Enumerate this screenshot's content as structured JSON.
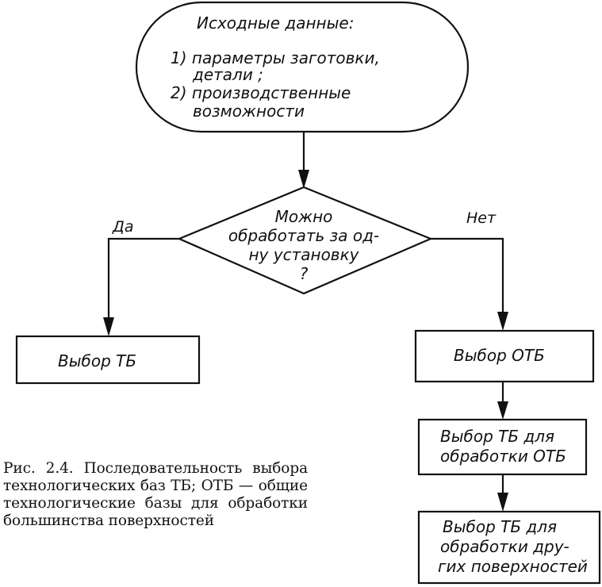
{
  "start": {
    "title": "Исходные данные:",
    "lines": [
      "1) параметры   заготовки,",
      "детали ;",
      "2) производственные",
      "возможности"
    ]
  },
  "decision": {
    "lines": [
      "Можно",
      "обработать за од-",
      "ну установку",
      "?"
    ],
    "yes_label": "Да",
    "no_label": "Нет"
  },
  "boxes": {
    "tb": [
      "Выбор  ТБ"
    ],
    "otb": [
      "Выбор  ОТБ"
    ],
    "tb_for_otb": [
      "Выбор ТБ для",
      "обработки ОТБ"
    ],
    "tb_for_other": [
      "Выбор ТБ для",
      "обработки дру-",
      "гих поверхностей"
    ]
  },
  "caption": "Рис. 2.4. Последовательность выбора технологических баз ТБ; ОТБ — общие технологические базы для обработки большинства поверхностей"
}
